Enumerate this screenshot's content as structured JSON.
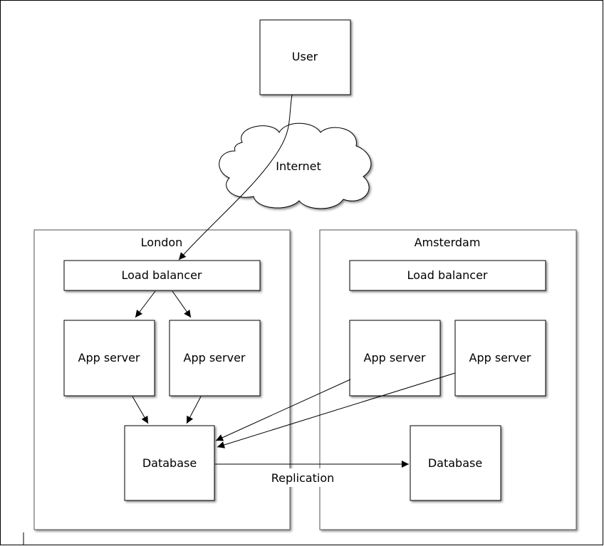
{
  "diagram": {
    "nodes": {
      "user": "User",
      "internet": "Internet",
      "london": {
        "title": "London",
        "load_balancer": "Load balancer",
        "app_server_1": "App server",
        "app_server_2": "App server",
        "database": "Database"
      },
      "amsterdam": {
        "title": "Amsterdam",
        "load_balancer": "Load balancer",
        "app_server_1": "App server",
        "app_server_2": "App server",
        "database": "Database"
      }
    },
    "edges": {
      "replication": "Replication"
    }
  }
}
